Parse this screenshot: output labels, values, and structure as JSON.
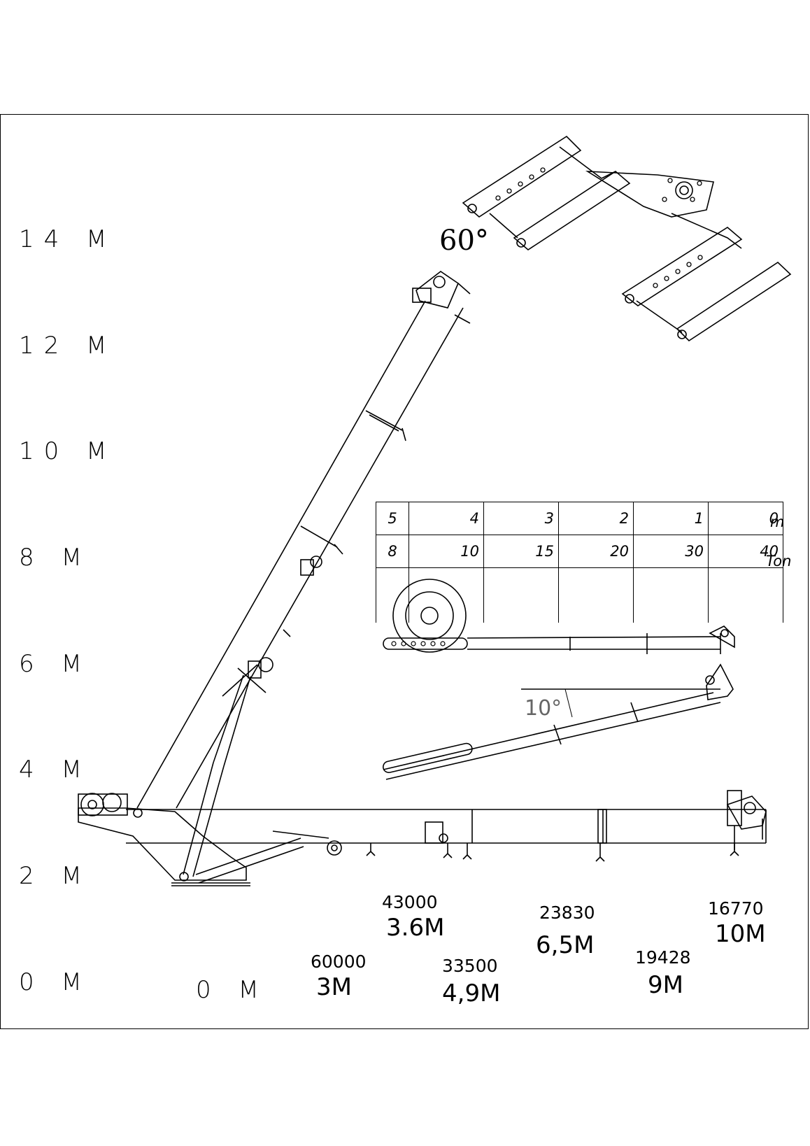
{
  "height_marks": [
    "14 M",
    "12 M",
    "10 M",
    "8 M",
    "6 M",
    "4 M",
    "2 M",
    "0 M"
  ],
  "base_label": "0 M",
  "angles": {
    "main": "60°",
    "inset": "10°"
  },
  "load_table": {
    "reach_m": [
      "5",
      "4",
      "3",
      "2",
      "1",
      "0"
    ],
    "capacity_ton": [
      "8",
      "10",
      "15",
      "20",
      "30",
      "40"
    ],
    "unit_reach": "m",
    "unit_capacity": "Ton"
  },
  "load_points": [
    {
      "weight": "60000",
      "distance": "3M"
    },
    {
      "weight": "43000",
      "distance": "3.6M"
    },
    {
      "weight": "33500",
      "distance": "4,9M"
    },
    {
      "weight": "23830",
      "distance": "6,5M"
    },
    {
      "weight": "19428",
      "distance": "9M"
    },
    {
      "weight": "16770",
      "distance": "10M"
    }
  ]
}
